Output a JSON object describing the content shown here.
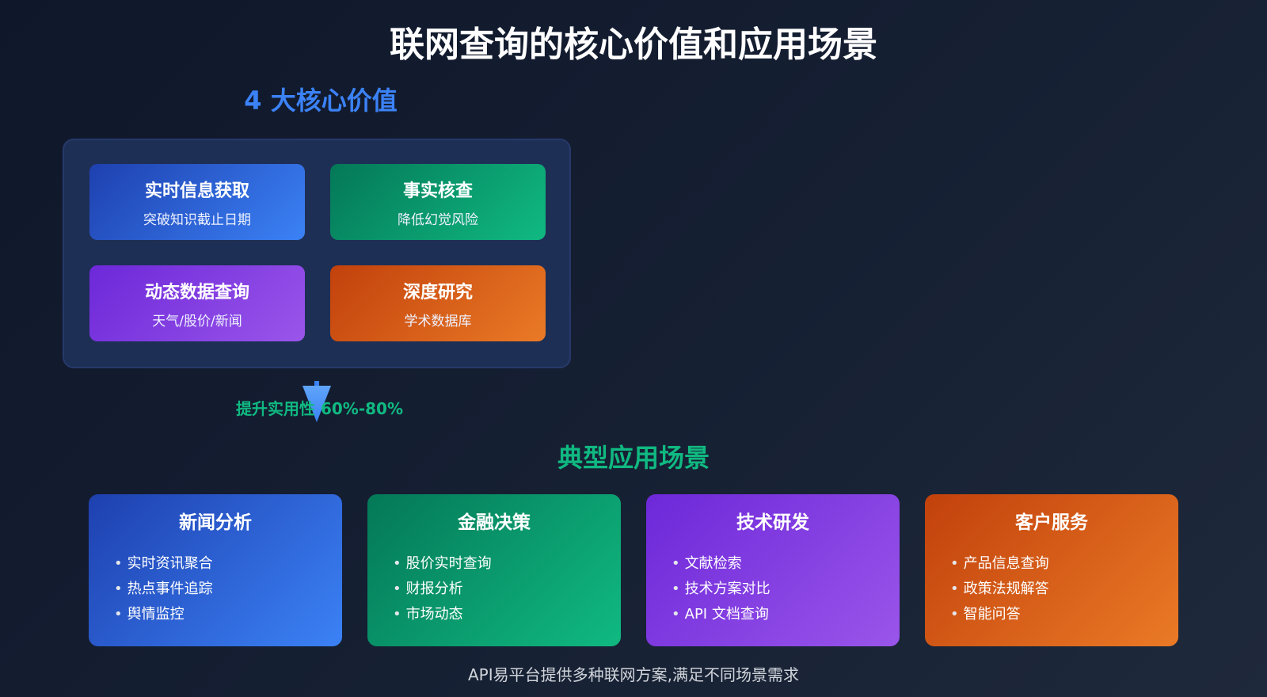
{
  "title": "联网查询的核心价值和应用场景",
  "core_values": {
    "heading": "4 大核心价值",
    "cards": [
      {
        "title": "实时信息获取",
        "subtitle": "突破知识截止日期",
        "color": "#2563eb"
      },
      {
        "title": "事实核查",
        "subtitle": "降低幻觉风险",
        "color": "#059669"
      },
      {
        "title": "动态数据查询",
        "subtitle": "天气/股价/新闻",
        "color": "#7c3aed"
      },
      {
        "title": "深度研究",
        "subtitle": "学术数据库",
        "color": "#ea580c"
      }
    ]
  },
  "boost": {
    "label": "提升实用性 60%-80%",
    "icon": "down-arrow-icon",
    "color": "#10b981"
  },
  "scenarios": {
    "heading": "典型应用场景",
    "cards": [
      {
        "title": "新闻分析",
        "items": [
          "实时资讯聚合",
          "热点事件追踪",
          "舆情监控"
        ],
        "color": "#2563eb"
      },
      {
        "title": "金融决策",
        "items": [
          "股价实时查询",
          "财报分析",
          "市场动态"
        ],
        "color": "#059669"
      },
      {
        "title": "技术研发",
        "items": [
          "文献检索",
          "技术方案对比",
          "API 文档查询"
        ],
        "color": "#7c3aed"
      },
      {
        "title": "客户服务",
        "items": [
          "产品信息查询",
          "政策法规解答",
          "智能问答"
        ],
        "color": "#ea580c"
      }
    ]
  },
  "footer": "API易平台提供多种联网方案,满足不同场景需求"
}
